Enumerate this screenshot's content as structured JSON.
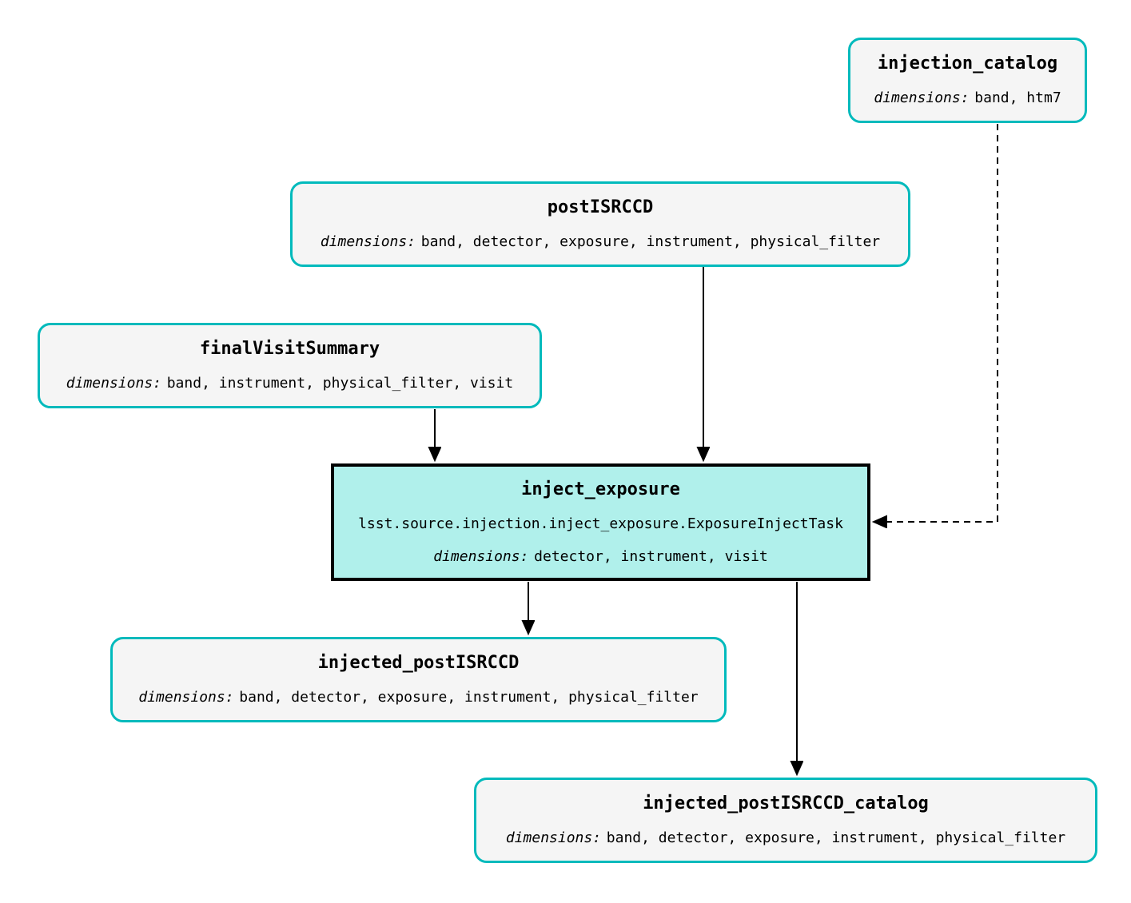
{
  "diagram_type": "pipeline-task-graph",
  "colors": {
    "background": "#ffffff",
    "text": "#000000",
    "dataset_border": "#00babc",
    "dataset_fill": "#f5f5f5",
    "task_border": "#000000",
    "task_fill": "#b0f0eb",
    "edge": "#000000"
  },
  "nodes": {
    "injection_catalog": {
      "type": "dataset",
      "title": "injection_catalog",
      "dimensions_label": "dimensions:",
      "dimensions": "band, htm7"
    },
    "postISRCCD": {
      "type": "dataset",
      "title": "postISRCCD",
      "dimensions_label": "dimensions:",
      "dimensions": "band, detector, exposure, instrument, physical_filter"
    },
    "finalVisitSummary": {
      "type": "dataset",
      "title": "finalVisitSummary",
      "dimensions_label": "dimensions:",
      "dimensions": "band, instrument, physical_filter, visit"
    },
    "inject_exposure": {
      "type": "task",
      "title": "inject_exposure",
      "task_class": "lsst.source.injection.inject_exposure.ExposureInjectTask",
      "dimensions_label": "dimensions:",
      "dimensions": "detector, instrument, visit"
    },
    "injected_postISRCCD": {
      "type": "dataset",
      "title": "injected_postISRCCD",
      "dimensions_label": "dimensions:",
      "dimensions": "band, detector, exposure, instrument, physical_filter"
    },
    "injected_postISRCCD_catalog": {
      "type": "dataset",
      "title": "injected_postISRCCD_catalog",
      "dimensions_label": "dimensions:",
      "dimensions": "band, detector, exposure, instrument, physical_filter"
    }
  },
  "edges": [
    {
      "from": "postISRCCD",
      "to": "inject_exposure",
      "style": "solid"
    },
    {
      "from": "finalVisitSummary",
      "to": "inject_exposure",
      "style": "solid"
    },
    {
      "from": "injection_catalog",
      "to": "inject_exposure",
      "style": "dashed"
    },
    {
      "from": "inject_exposure",
      "to": "injected_postISRCCD",
      "style": "solid"
    },
    {
      "from": "inject_exposure",
      "to": "injected_postISRCCD_catalog",
      "style": "solid"
    }
  ]
}
